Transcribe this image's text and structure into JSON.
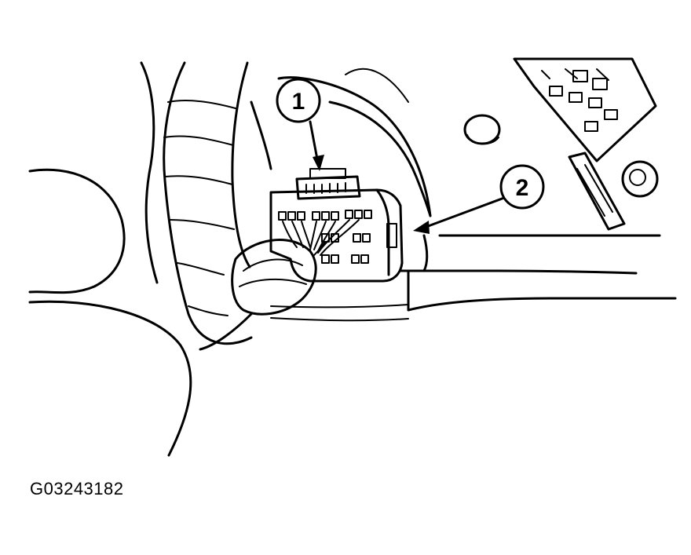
{
  "figure_id": "G03243182",
  "callouts": [
    {
      "label": "1"
    },
    {
      "label": "2"
    }
  ]
}
